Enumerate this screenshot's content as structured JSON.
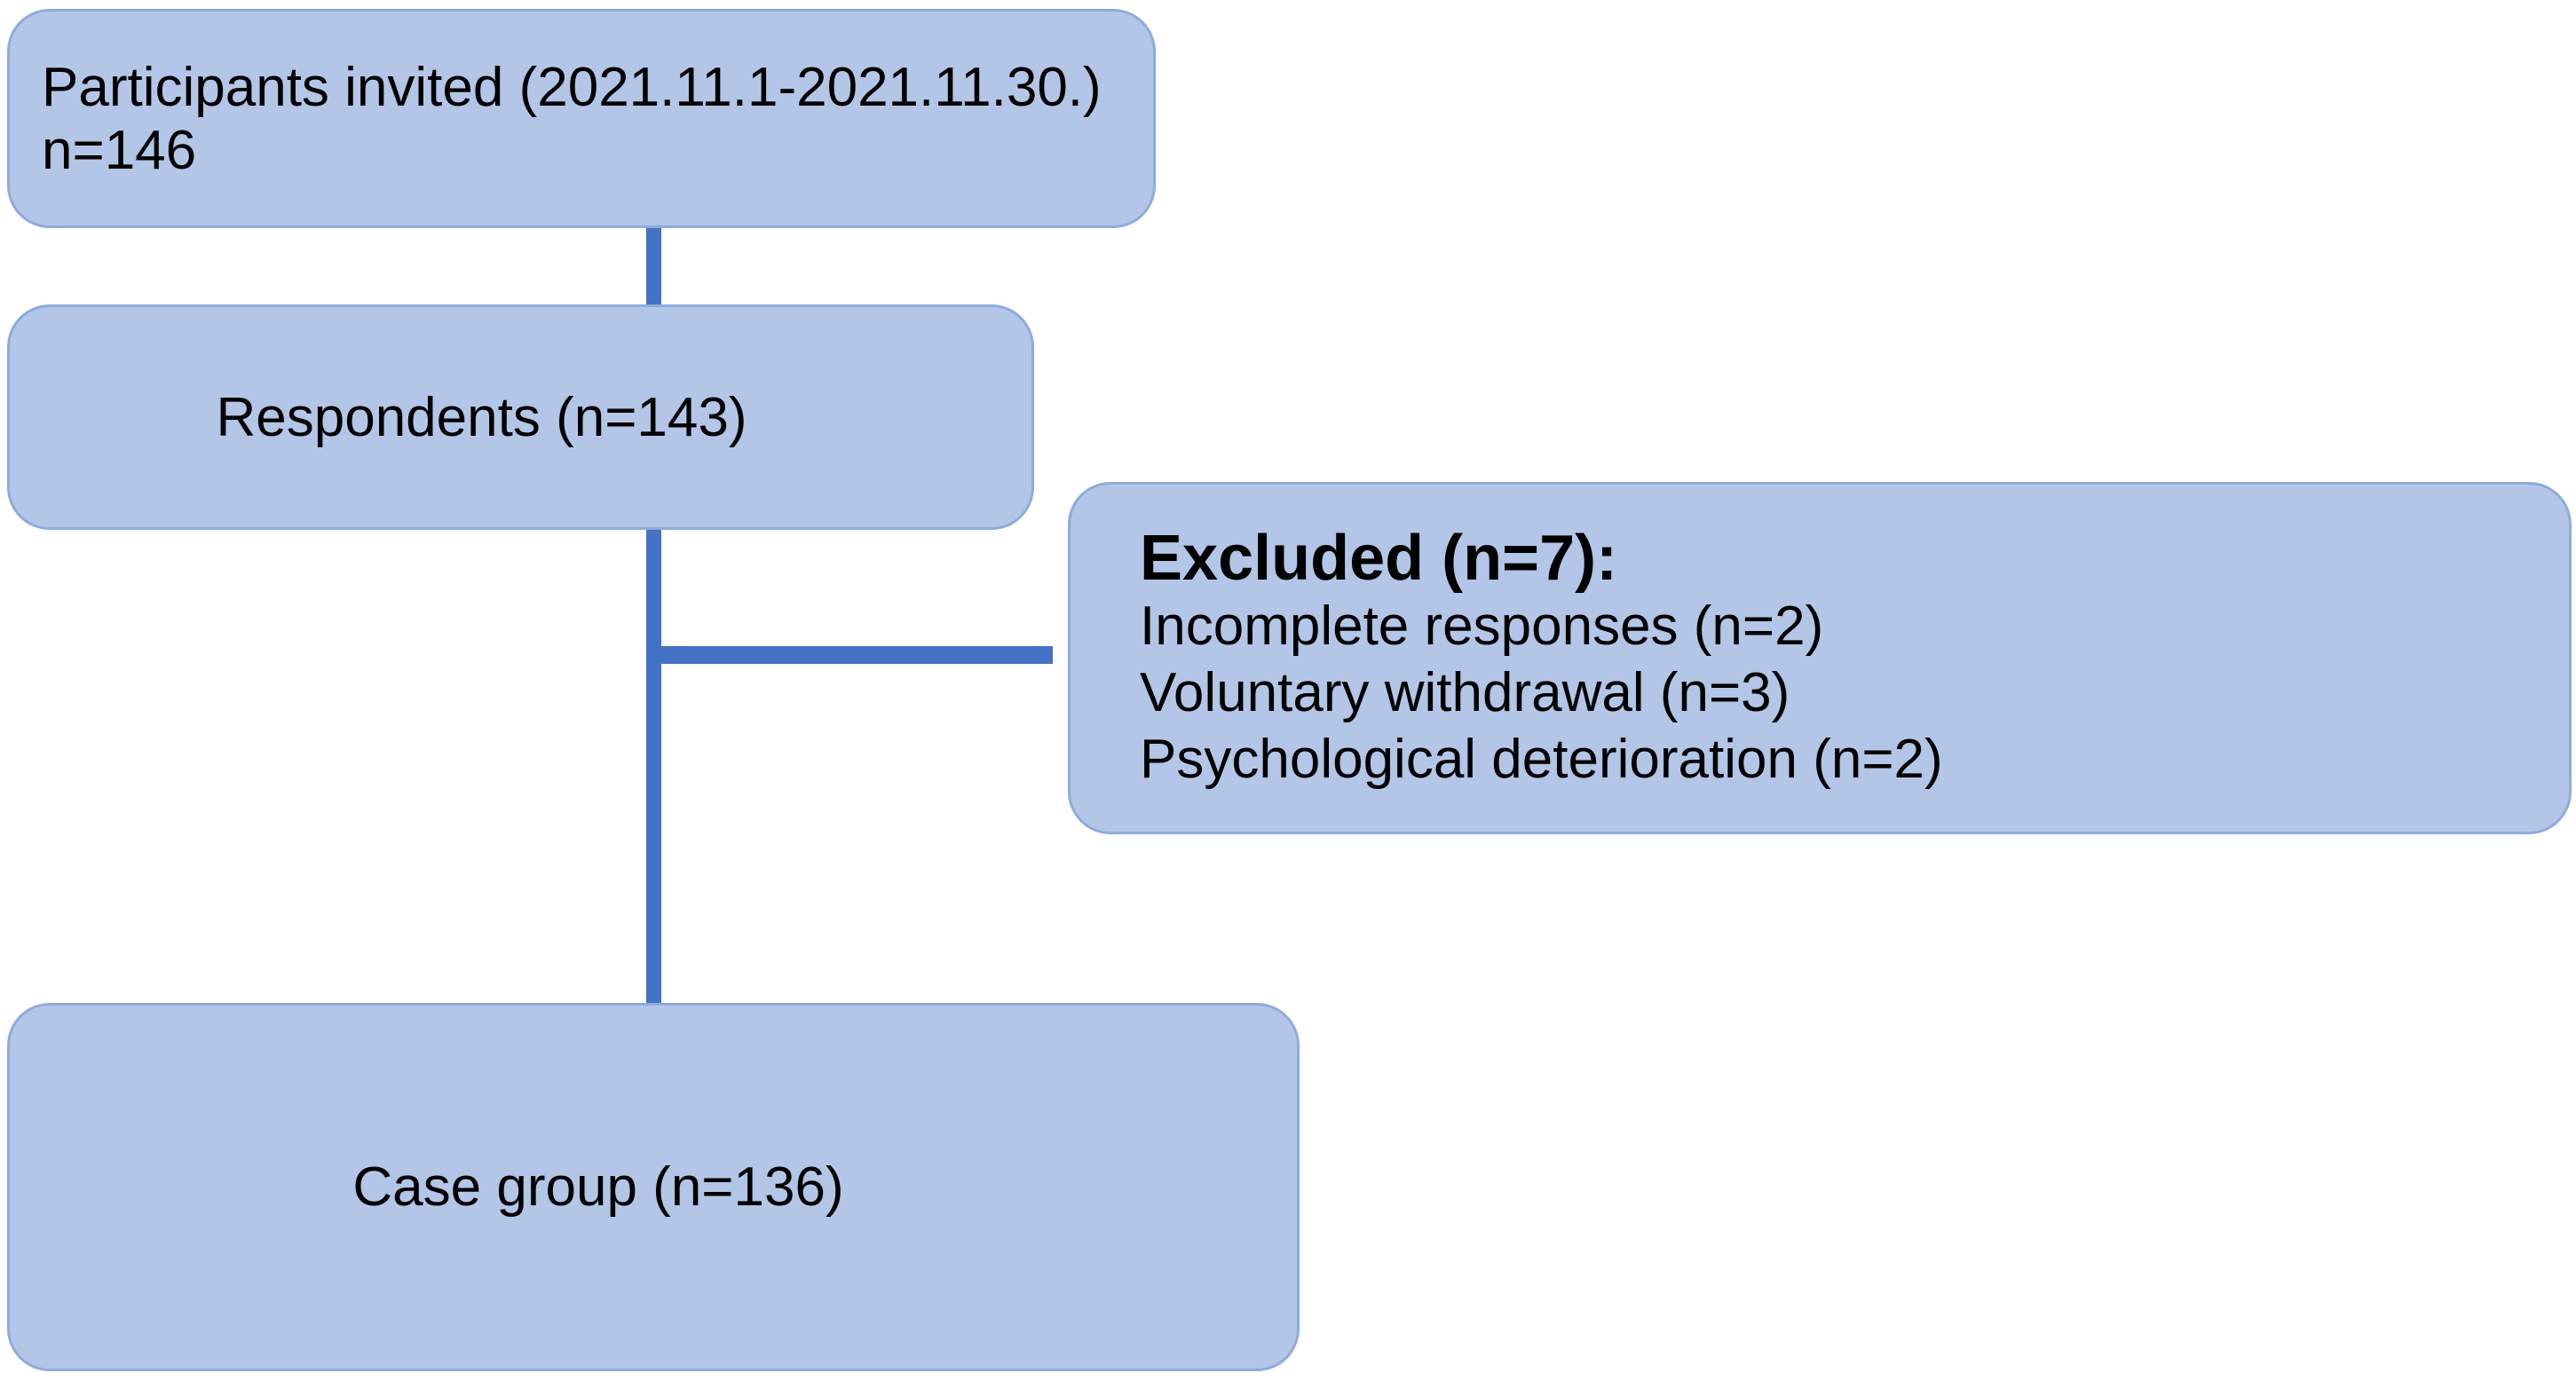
{
  "figure": {
    "type": "participant-flow-diagram"
  },
  "colors": {
    "box_fill": "#b3c6e7",
    "box_border": "#8faadc",
    "connector_blue": "#4472c4",
    "text": "#000000",
    "background": "#ffffff"
  },
  "flowchart": {
    "invited": {
      "lines": [
        "Participants invited (2021.11.1-2021.11.30.)",
        "n=146"
      ],
      "n": 146
    },
    "respondents": {
      "label": "Respondents (n=143)",
      "n": 143
    },
    "excluded": {
      "heading": "Excluded (n=7):",
      "n": 7,
      "items": [
        "Incomplete responses (n=2)",
        "Voluntary withdrawal (n=3)",
        "Psychological deterioration (n=2)"
      ]
    },
    "case_group": {
      "label": "Case group (n=136)",
      "n": 136
    }
  }
}
